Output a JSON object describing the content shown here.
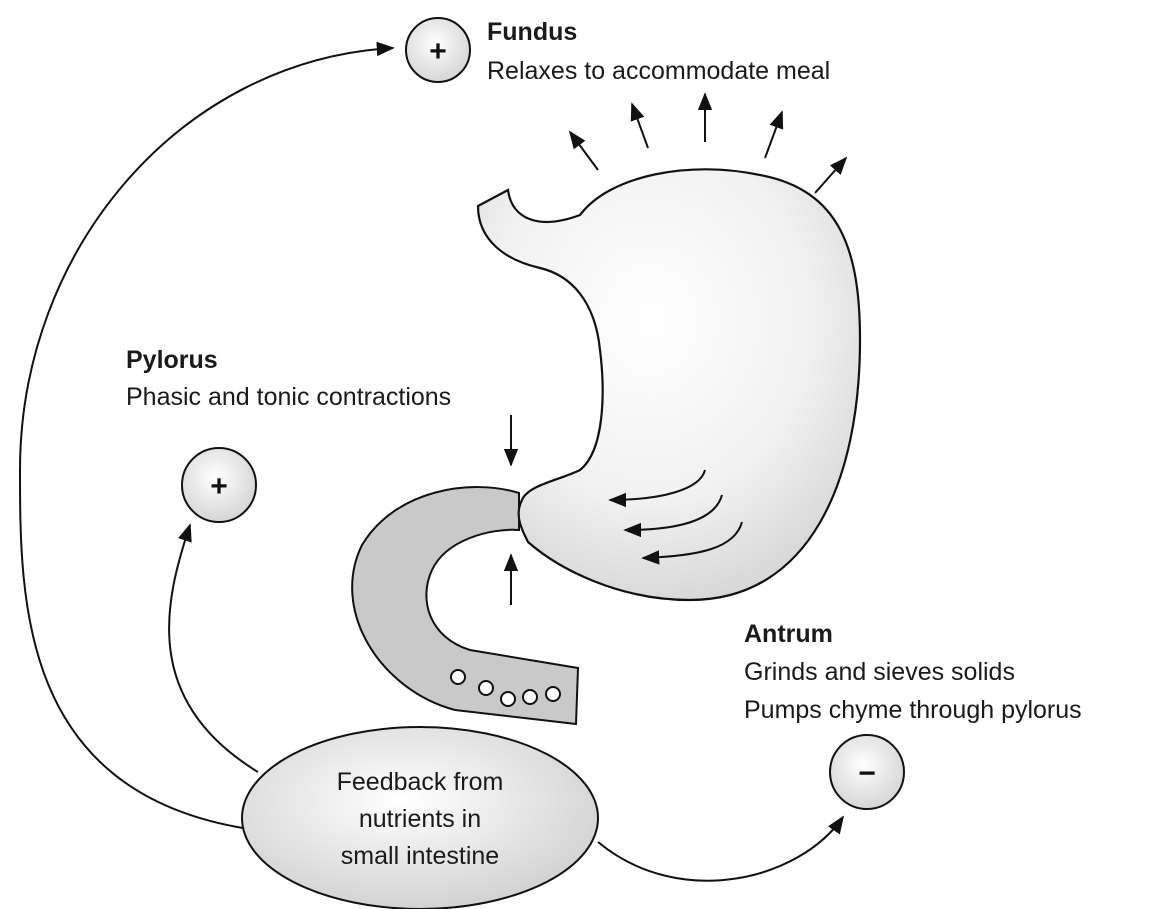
{
  "fundus": {
    "title": "Fundus",
    "desc": "Relaxes to accommodate meal",
    "sign": "+"
  },
  "pylorus": {
    "title": "Pylorus",
    "desc": "Phasic and tonic contractions",
    "sign": "+"
  },
  "antrum": {
    "title": "Antrum",
    "line1": "Grinds and sieves solids",
    "line2": "Pumps chyme through pylorus",
    "sign": "−"
  },
  "feedback": {
    "line1": "Feedback from",
    "line2": "nutrients in",
    "line3": "small intestine"
  },
  "colors": {
    "ink": "#111111",
    "circle_fill": "#e6e6e6",
    "intestine_fill": "#c9c9c9"
  }
}
